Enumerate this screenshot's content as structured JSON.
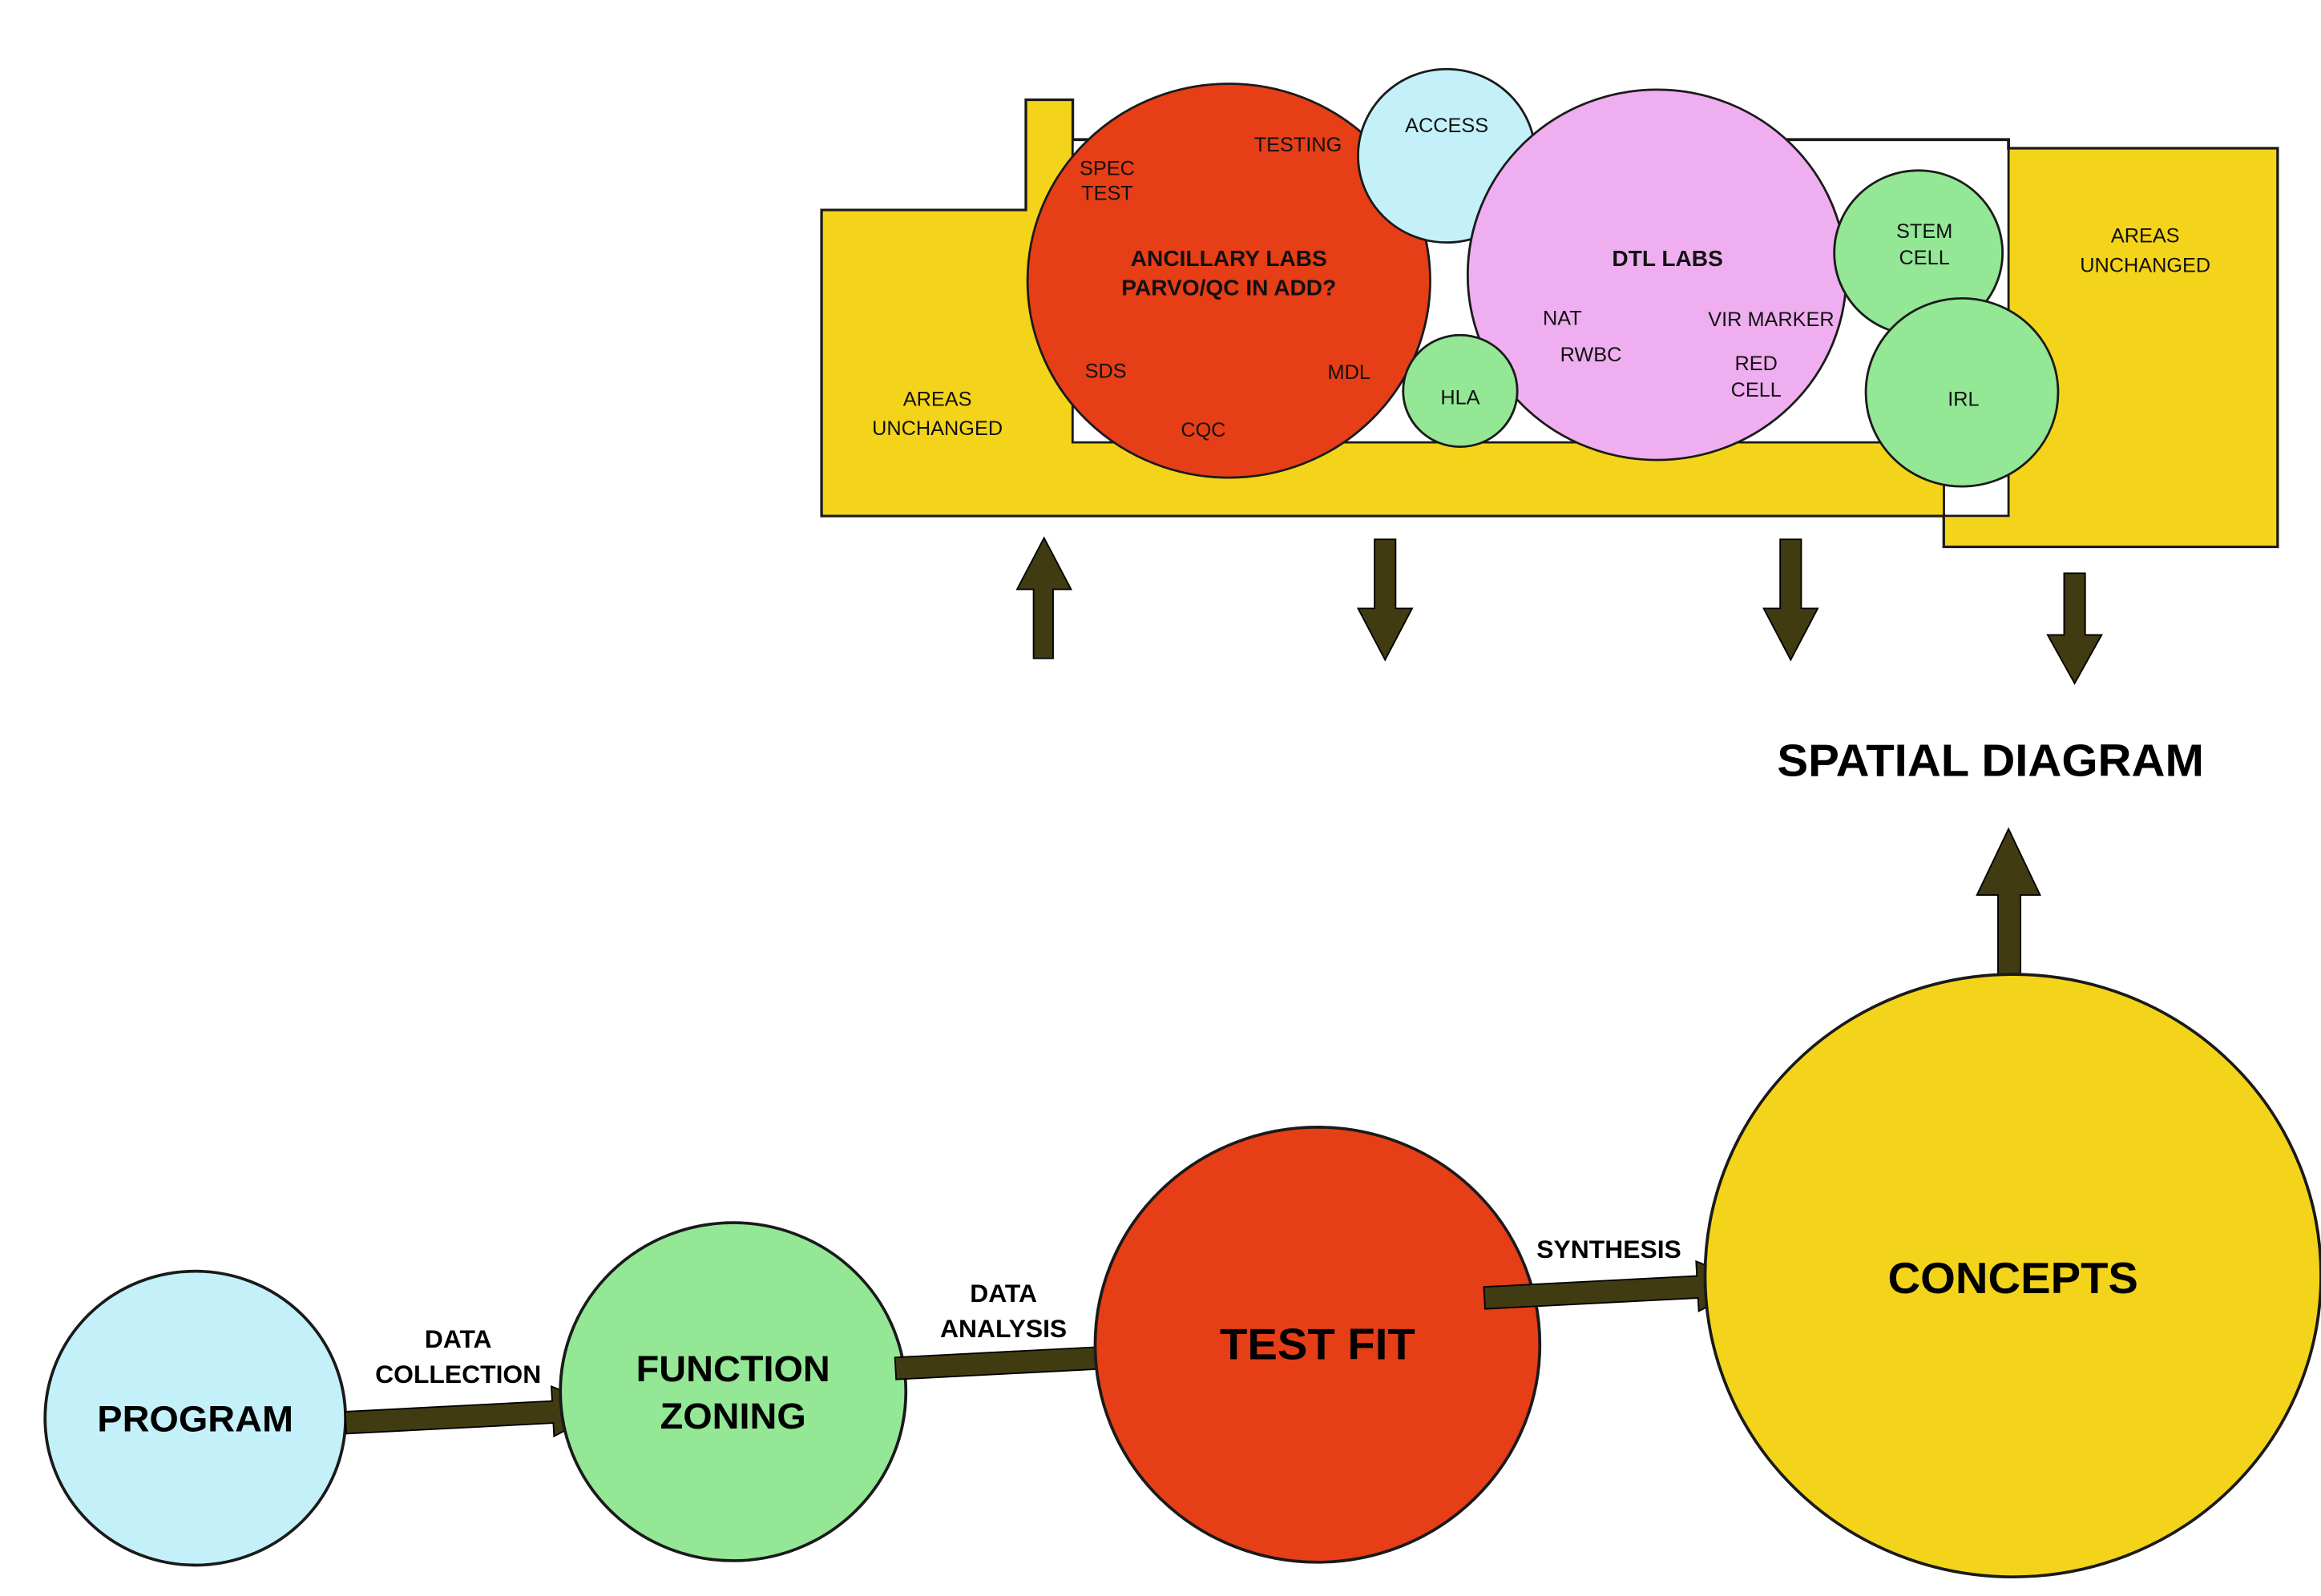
{
  "title": "SPATIAL DIAGRAM",
  "colors": {
    "yellow": "#F4D41A",
    "red": "#E63E17",
    "cyan": "#C4F1F9",
    "pink": "#EFAEEF",
    "green": "#93E795",
    "arrow": "#413B12",
    "outline": "#1A1A1A"
  },
  "plan": {
    "areas_left": {
      "line1": "AREAS",
      "line2": "UNCHANGED"
    },
    "areas_right": {
      "line1": "AREAS",
      "line2": "UNCHANGED"
    },
    "bubbles": {
      "ancillary": {
        "line1": "ANCILLARY LABS",
        "line2": "PARVO/QC IN ADD?"
      },
      "access": "ACCESS",
      "dtl": "DTL LABS",
      "stem": {
        "line1": "STEM",
        "line2": "CELL"
      },
      "irl": "IRL",
      "hla": "HLA"
    },
    "labels": {
      "testing": "TESTING",
      "spec1": "SPEC",
      "spec2": "TEST",
      "sds": "SDS",
      "mdl": "MDL",
      "cqc": "CQC",
      "nat": "NAT",
      "rwbc": "RWBC",
      "vir_marker": "VIR MARKER",
      "red1": "RED",
      "red2": "CELL"
    }
  },
  "process": {
    "steps": [
      {
        "name": "program",
        "label1": "PROGRAM"
      },
      {
        "name": "function-zoning",
        "label1": "FUNCTION",
        "label2": "ZONING"
      },
      {
        "name": "test-fit",
        "label1": "TEST FIT"
      },
      {
        "name": "concepts",
        "label1": "CONCEPTS"
      }
    ],
    "arrows": [
      {
        "label1": "DATA",
        "label2": "COLLECTION"
      },
      {
        "label1": "DATA",
        "label2": "ANALYSIS"
      },
      {
        "label1": "SYNTHESIS"
      }
    ]
  }
}
